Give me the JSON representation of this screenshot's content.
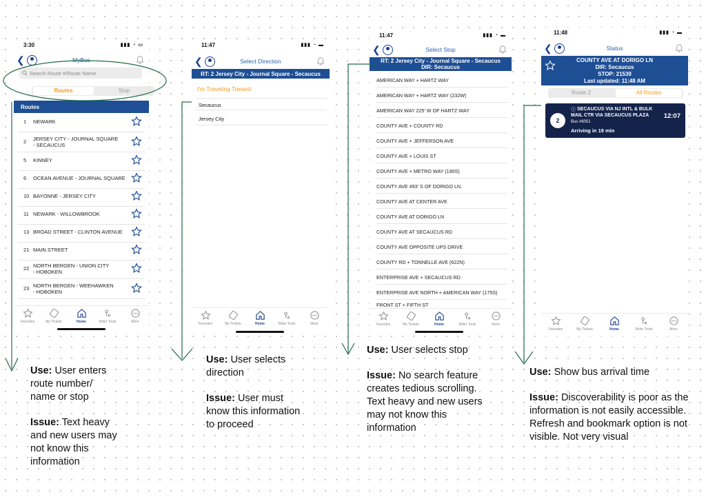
{
  "icons": {
    "back": "chevron-left-icon",
    "account": "user-circle-icon",
    "alerts": "bell-icon",
    "favorite": "star-icon",
    "search": "search-icon"
  },
  "colors": {
    "brand": "#1e4e94",
    "accent": "#f29a1f",
    "annotation": "#1f6b45"
  },
  "tabbar": {
    "favorites": "Favorites",
    "tickets": "My Tickets",
    "home": "Home",
    "rider_tools": "Rider Tools",
    "more": "More"
  },
  "screen1": {
    "time": "3:30",
    "title": "MyBus",
    "search_placeholder": "Search Route #/Route Name",
    "toggle": {
      "routes": "Routes",
      "stop": "Stop"
    },
    "list_header": "Routes",
    "routes": [
      {
        "num": "1",
        "line1": "NEWARK",
        "line2": ""
      },
      {
        "num": "2",
        "line1": "JERSEY CITY - JOURNAL SQUARE",
        "line2": "- SECAUCUS"
      },
      {
        "num": "5",
        "line1": "KINNEY",
        "line2": ""
      },
      {
        "num": "6",
        "line1": "OCEAN AVENUE - JOURNAL SQUARE",
        "line2": ""
      },
      {
        "num": "10",
        "line1": "BAYONNE - JERSEY CITY",
        "line2": ""
      },
      {
        "num": "11",
        "line1": "NEWARK - WILLOWBROOK",
        "line2": ""
      },
      {
        "num": "13",
        "line1": "BROAD STREET - CLINTON AVENUE",
        "line2": ""
      },
      {
        "num": "21",
        "line1": "MAIN STREET",
        "line2": ""
      },
      {
        "num": "22",
        "line1": "NORTH BERGEN - UNION CITY",
        "line2": "- HOBOKEN"
      },
      {
        "num": "23",
        "line1": "NORTH BERGEN - WEEHAWKEN",
        "line2": "- HOBOKEN"
      }
    ]
  },
  "screen2": {
    "time": "11:47",
    "title": "Select Direction",
    "route_bar": "RT: 2 Jersey City - Journal Square - Secaucus",
    "prompt": "I'm Traveling Toward:",
    "options": [
      "Secaucus",
      "Jersey City"
    ]
  },
  "screen3": {
    "time": "11:47",
    "title": "Select Stop",
    "route_bar_1": "RT: 2 Jersey City - Journal Square - Secaucus",
    "route_bar_2": "DIR: Secaucus",
    "stops": [
      "AMERICAN WAY + HARTZ WAY",
      "AMERICAN WAY + HARTZ WAY (232W)",
      "AMERICAN WAY 225' W OF HARTZ WAY",
      "COUNTY AVE + COUNTY RD",
      "COUNTY AVE + JEFFERSON AVE",
      "COUNTY AVE + LOUIS ST",
      "COUNTY AVE + METRO WAY (190S)",
      "COUNTY AVE 493' S OF DORIGO LN.",
      "COUNTY AVE AT CENTER AVE",
      "COUNTY AVE AT DORIGO LN",
      "COUNTY AVE AT SECAUCUS RD",
      "COUNTY AVE OPPOSITE UPS DRIVE",
      "COUNTY RD + TONNELLE AVE (622N)",
      "ENTERPRISE AVE + SECAUCUS RD",
      "ENTERPRISE AVE NORTH + AMERICAN WAY (175S)",
      "FRONT ST + FIFTH ST"
    ]
  },
  "screen4": {
    "time": "11:48",
    "title": "Status",
    "stop_name": "COUNTY AVE AT DORIGO LN",
    "direction": "DIR: Secaucus",
    "stop_id": "STOP: 21539",
    "last_updated": "Last updated: 11:48 AM",
    "tab_route": "Route 2",
    "tab_all": "All Routes",
    "arrival": {
      "route": "2",
      "dest_1": "SECAUCUS VIA NJ INTL & BULK",
      "dest_2": "MAIL CTR VIA SECAUCUS PLAZA",
      "bus": "Bus #6051",
      "eta": "Arriving in 19 min",
      "time": "12:07"
    }
  },
  "notes": {
    "use_label": "Use:",
    "issue_label": "Issue:",
    "n1_use": "User enters route number/ name or stop",
    "n1_issue": "Text heavy and new users may not know this information",
    "n2_use": "User selects direction",
    "n2_issue": "User must know this information to proceed",
    "n3_use": "User selects stop",
    "n3_issue": "No search feature creates tedious scrolling. Text heavy and new users may not know this information",
    "n4_use": "Show bus arrival time",
    "n4_issue": "Discoverability is poor as the information is not easily accessible. Refresh and bookmark option is not visible. Not very visual"
  }
}
